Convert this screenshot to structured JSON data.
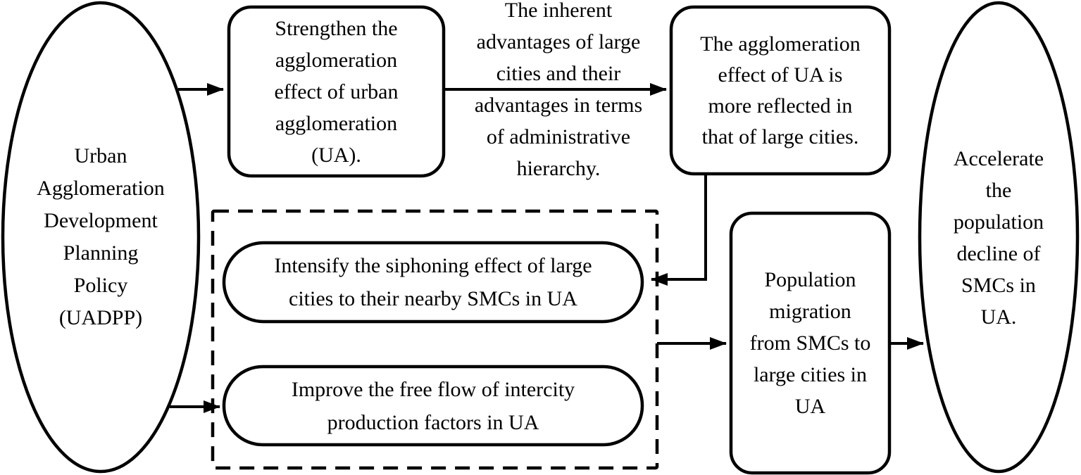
{
  "figure": {
    "type": "flowchart",
    "background": "#ffffff",
    "stroke_color": "#000000",
    "text_color": "#000000",
    "nodes": {
      "uadpp": {
        "shape": "ellipse",
        "text": "Urban\nAgglomeration\nDevelopment\nPlanning\nPolicy\n(UADPP)"
      },
      "strengthen": {
        "shape": "rounded-rect",
        "text": "Strengthen the\nagglomeration\neffect of urban\nagglomeration\n(UA)."
      },
      "agglomeration_effect": {
        "shape": "rounded-rect",
        "text": "The agglomeration\neffect of UA is\nmore reflected in\nthat of large cities."
      },
      "siphoning": {
        "shape": "stadium",
        "text": "Intensify the siphoning effect of large\ncities to their nearby SMCs in UA"
      },
      "free_flow": {
        "shape": "stadium",
        "text": "Improve the free flow of intercity\nproduction factors in UA"
      },
      "migration": {
        "shape": "rounded-rect",
        "text": "Population\nmigration\nfrom SMCs to\nlarge cities in\nUA"
      },
      "decline": {
        "shape": "ellipse",
        "text": "Accelerate\nthe\npopulation\ndecline of\nSMCs in\nUA."
      }
    },
    "edges": [
      {
        "from": "uadpp",
        "to": "strengthen",
        "label": ""
      },
      {
        "from": "strengthen",
        "to": "agglomeration_effect",
        "label": "The inherent\nadvantages of large\ncities and their\nadvantages in terms\nof administrative\nhierarchy."
      },
      {
        "from": "agglomeration_effect",
        "to": "siphoning",
        "label": ""
      },
      {
        "from": "uadpp",
        "to": "free_flow",
        "label": ""
      },
      {
        "from": "dashed-group",
        "to": "migration",
        "label": ""
      },
      {
        "from": "migration",
        "to": "decline",
        "label": ""
      }
    ]
  }
}
